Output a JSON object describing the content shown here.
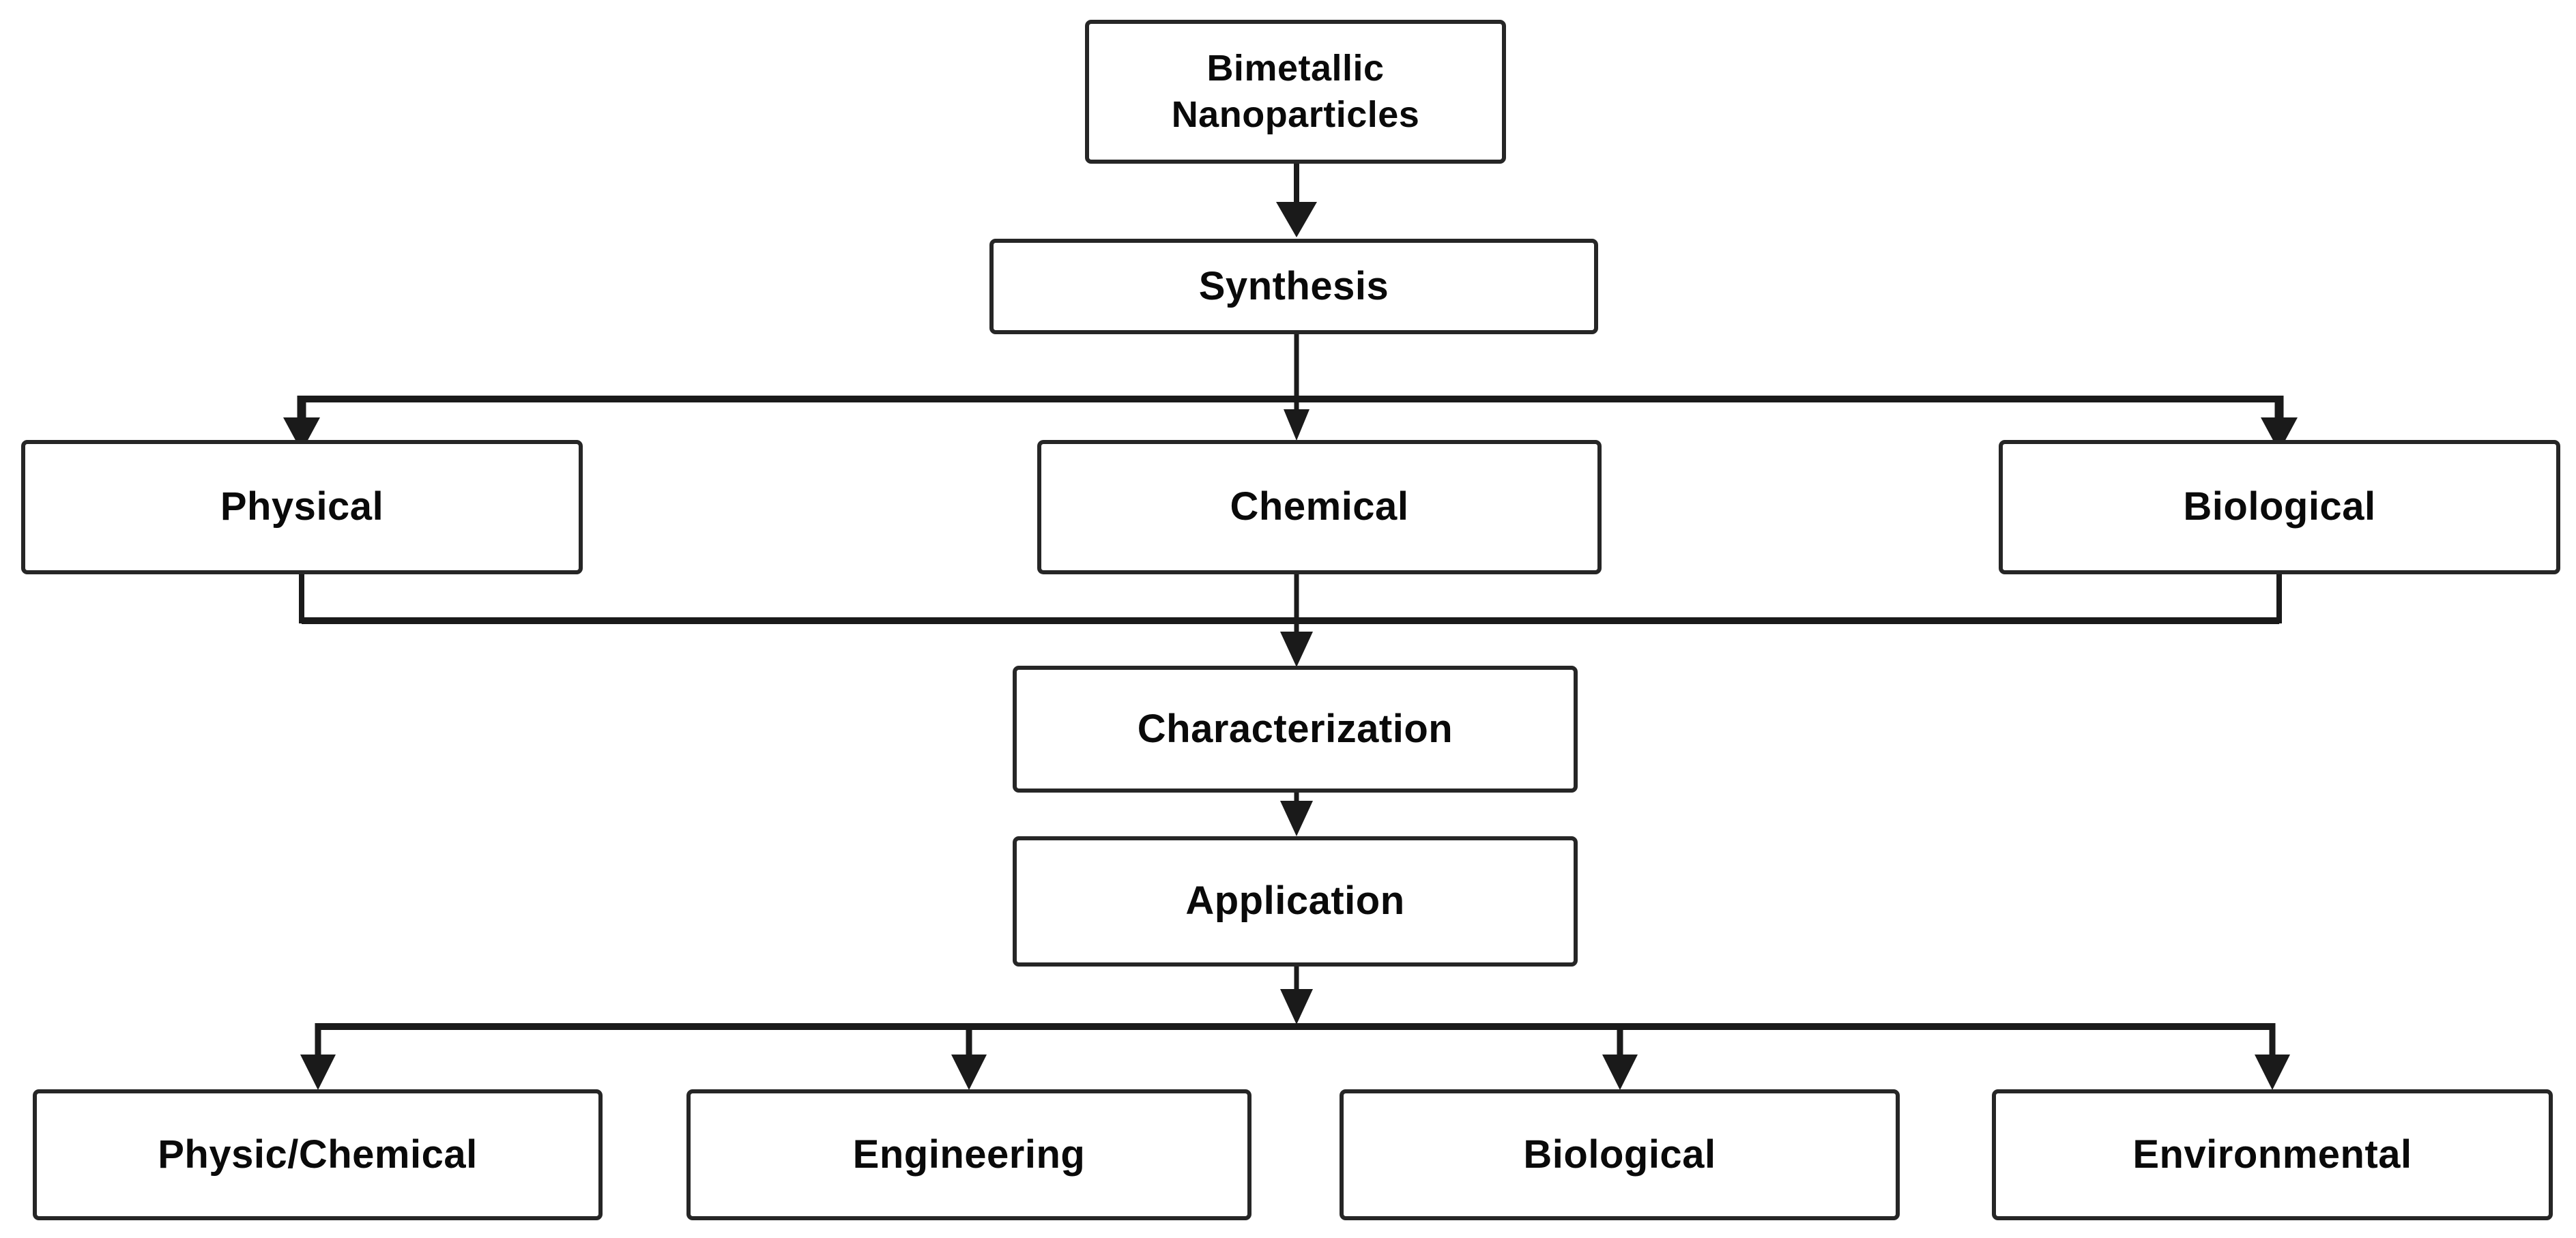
{
  "diagram": {
    "type": "flowchart",
    "background_color": "#ffffff",
    "line_color": "#1a1a1a",
    "box_border_color": "#262626",
    "box_fill_color": "#ffffff",
    "text_color": "#0a0a0a",
    "nodes": {
      "root": {
        "label": "Bimetallic Nanoparticles"
      },
      "synthesis": {
        "label": "Synthesis"
      },
      "physical": {
        "label": "Physical"
      },
      "chemical": {
        "label": "Chemical"
      },
      "biological_syn": {
        "label": "Biological"
      },
      "characterization": {
        "label": "Characterization"
      },
      "application": {
        "label": "Application"
      },
      "physic_chemical": {
        "label": "Physic/Chemical"
      },
      "engineering": {
        "label": "Engineering"
      },
      "biological_app": {
        "label": "Biological"
      },
      "environmental": {
        "label": "Environmental"
      }
    },
    "edges": [
      {
        "from": "root",
        "to": "synthesis"
      },
      {
        "from": "synthesis",
        "to": "physical"
      },
      {
        "from": "synthesis",
        "to": "chemical"
      },
      {
        "from": "synthesis",
        "to": "biological_syn"
      },
      {
        "from": "physical",
        "to": "characterization"
      },
      {
        "from": "chemical",
        "to": "characterization"
      },
      {
        "from": "biological_syn",
        "to": "characterization"
      },
      {
        "from": "characterization",
        "to": "application"
      },
      {
        "from": "application",
        "to": "physic_chemical"
      },
      {
        "from": "application",
        "to": "engineering"
      },
      {
        "from": "application",
        "to": "biological_app"
      },
      {
        "from": "application",
        "to": "environmental"
      }
    ]
  }
}
